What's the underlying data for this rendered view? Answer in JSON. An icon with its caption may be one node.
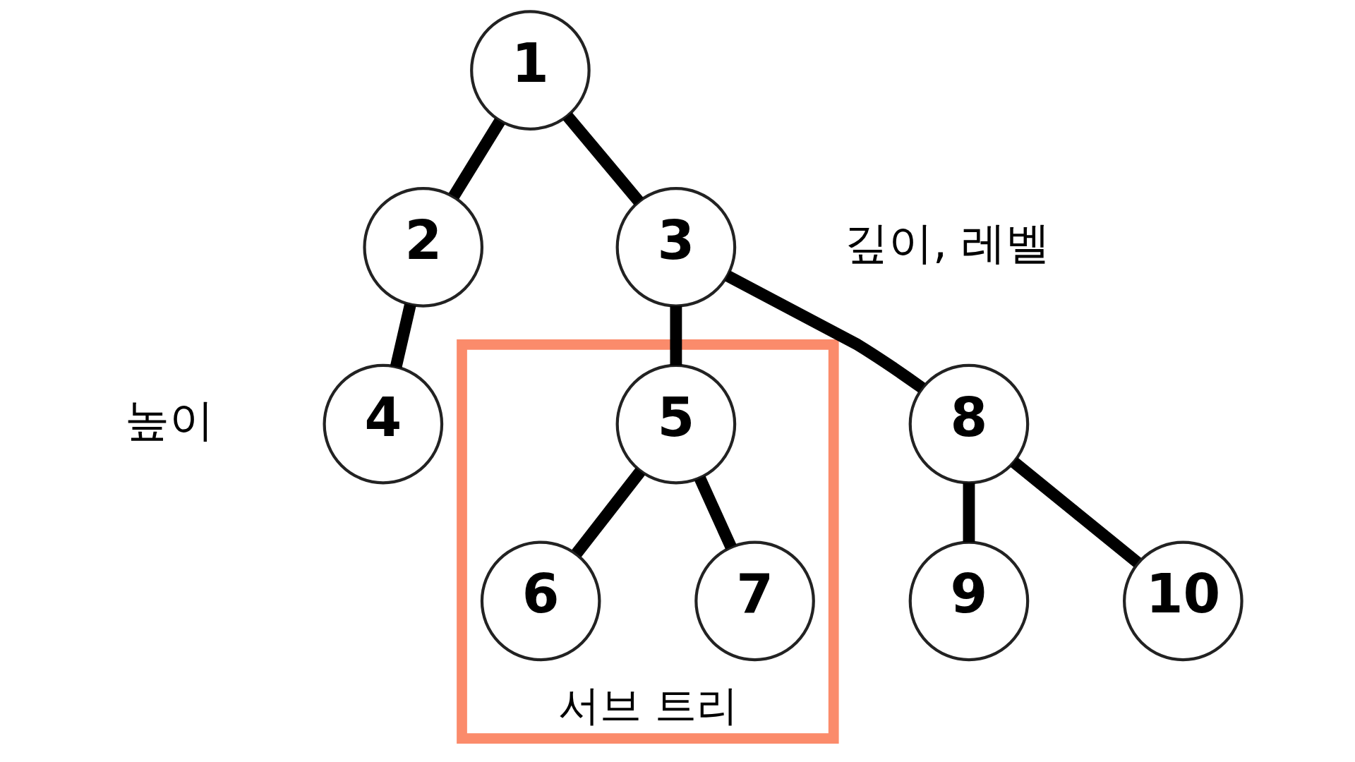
{
  "diagram": {
    "nodes": [
      {
        "text": [
          "1"
        ]
      },
      {
        "text": [
          "2"
        ]
      },
      {
        "text": [
          "3"
        ]
      },
      {
        "text": [
          "4"
        ]
      },
      {
        "text": [
          "서브 트리"
        ]
      },
      {
        "text": [
          "5"
        ],
        "in": 4
      },
      {
        "text": [
          "8"
        ]
      },
      {
        "text": [
          "6"
        ],
        "in": 4
      },
      {
        "text": [
          "7"
        ],
        "in": 4
      },
      {
        "text": [
          "9"
        ]
      },
      {
        "text": [
          "10"
        ]
      }
    ],
    "edges": [
      {
        "from": 0,
        "to": 1,
        "arrow": "none"
      },
      {
        "from": 0,
        "to": 2,
        "arrow": "none"
      },
      {
        "from": 1,
        "to": 3,
        "arrow": "none"
      },
      {
        "from": 2,
        "to": 5,
        "arrow": "none"
      },
      {
        "from": 2,
        "to": 6,
        "arrow": "none"
      },
      {
        "from": 5,
        "to": 7,
        "arrow": "none"
      },
      {
        "from": 5,
        "to": 8,
        "arrow": "none"
      },
      {
        "from": 6,
        "to": 9,
        "arrow": "none"
      },
      {
        "from": 6,
        "to": 10,
        "arrow": "none"
      }
    ],
    "labels": [
      "높이",
      "깊이, 레벨"
    ]
  }
}
